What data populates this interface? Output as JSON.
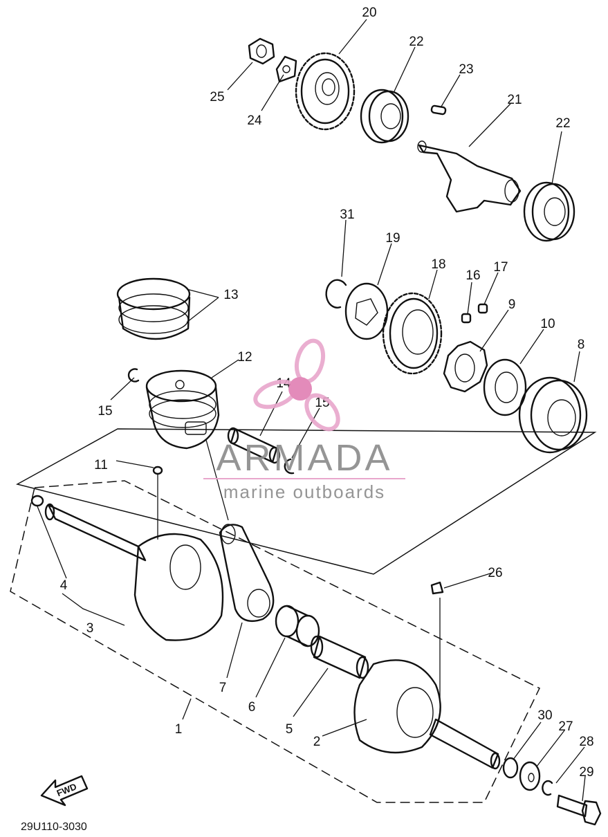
{
  "diagram": {
    "part_numbers": [
      "1",
      "2",
      "3",
      "4",
      "5",
      "6",
      "7",
      "8",
      "9",
      "10",
      "11",
      "12",
      "13",
      "14",
      "15",
      "15",
      "16",
      "17",
      "18",
      "19",
      "20",
      "21",
      "22",
      "22",
      "23",
      "24",
      "25",
      "26",
      "27",
      "28",
      "29",
      "30",
      "31"
    ],
    "drawing_code": "29U110-3030",
    "fwd_label": "FWD"
  },
  "watermark": {
    "brand": "ARMADA",
    "tagline": "marine outboards",
    "colors": {
      "brand_text": "#8a8a8a",
      "propeller": "#e8a6cc",
      "hub": "#e07fb3"
    }
  }
}
